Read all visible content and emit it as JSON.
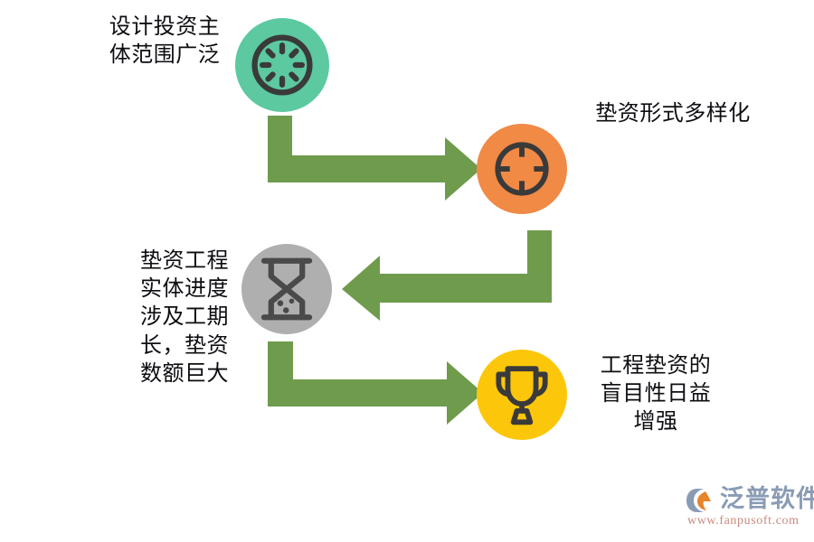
{
  "diagram": {
    "type": "process-flow-zigzag",
    "background_color": "#FFFFFF",
    "arrow_color": "#6F9B4C",
    "text_color": "#0D0D12",
    "steps": [
      {
        "index": 1,
        "label": "设计投资主体范围广泛",
        "icon": "spinner-circle-icon",
        "circle_color": "#5CC9A0",
        "icon_color": "#3A3A3A",
        "text_side": "left"
      },
      {
        "index": 2,
        "label": "垫资形式多样化",
        "icon": "target-crosshair-icon",
        "circle_color": "#F08A45",
        "icon_color": "#3A3A3A",
        "text_side": "right"
      },
      {
        "index": 3,
        "label": "垫资工程实体进度涉及工期长，垫资数额巨大",
        "icon": "hourglass-icon",
        "circle_color": "#AFAFAF",
        "icon_color": "#4A4A4A",
        "text_side": "left"
      },
      {
        "index": 4,
        "label": "工程垫资的盲目性日益增强",
        "icon": "trophy-icon",
        "circle_color": "#FCC70A",
        "icon_color": "#3A3A3A",
        "text_side": "right"
      }
    ],
    "connectors": [
      {
        "index": 1,
        "from_step": 1,
        "to_step": 2,
        "shape": "elbow-down-right",
        "color": "#6F9B4C"
      },
      {
        "index": 2,
        "from_step": 2,
        "to_step": 3,
        "shape": "elbow-down-left",
        "color": "#6F9B4C"
      },
      {
        "index": 3,
        "from_step": 3,
        "to_step": 4,
        "shape": "elbow-down-right",
        "color": "#6F9B4C"
      }
    ]
  },
  "watermark": {
    "brand": "泛普软件",
    "url": "www.fanpusoft.com",
    "brand_color": "#8A9BB4",
    "url_color": "#C98A7E",
    "mark_accent_color": "#E8842A"
  }
}
